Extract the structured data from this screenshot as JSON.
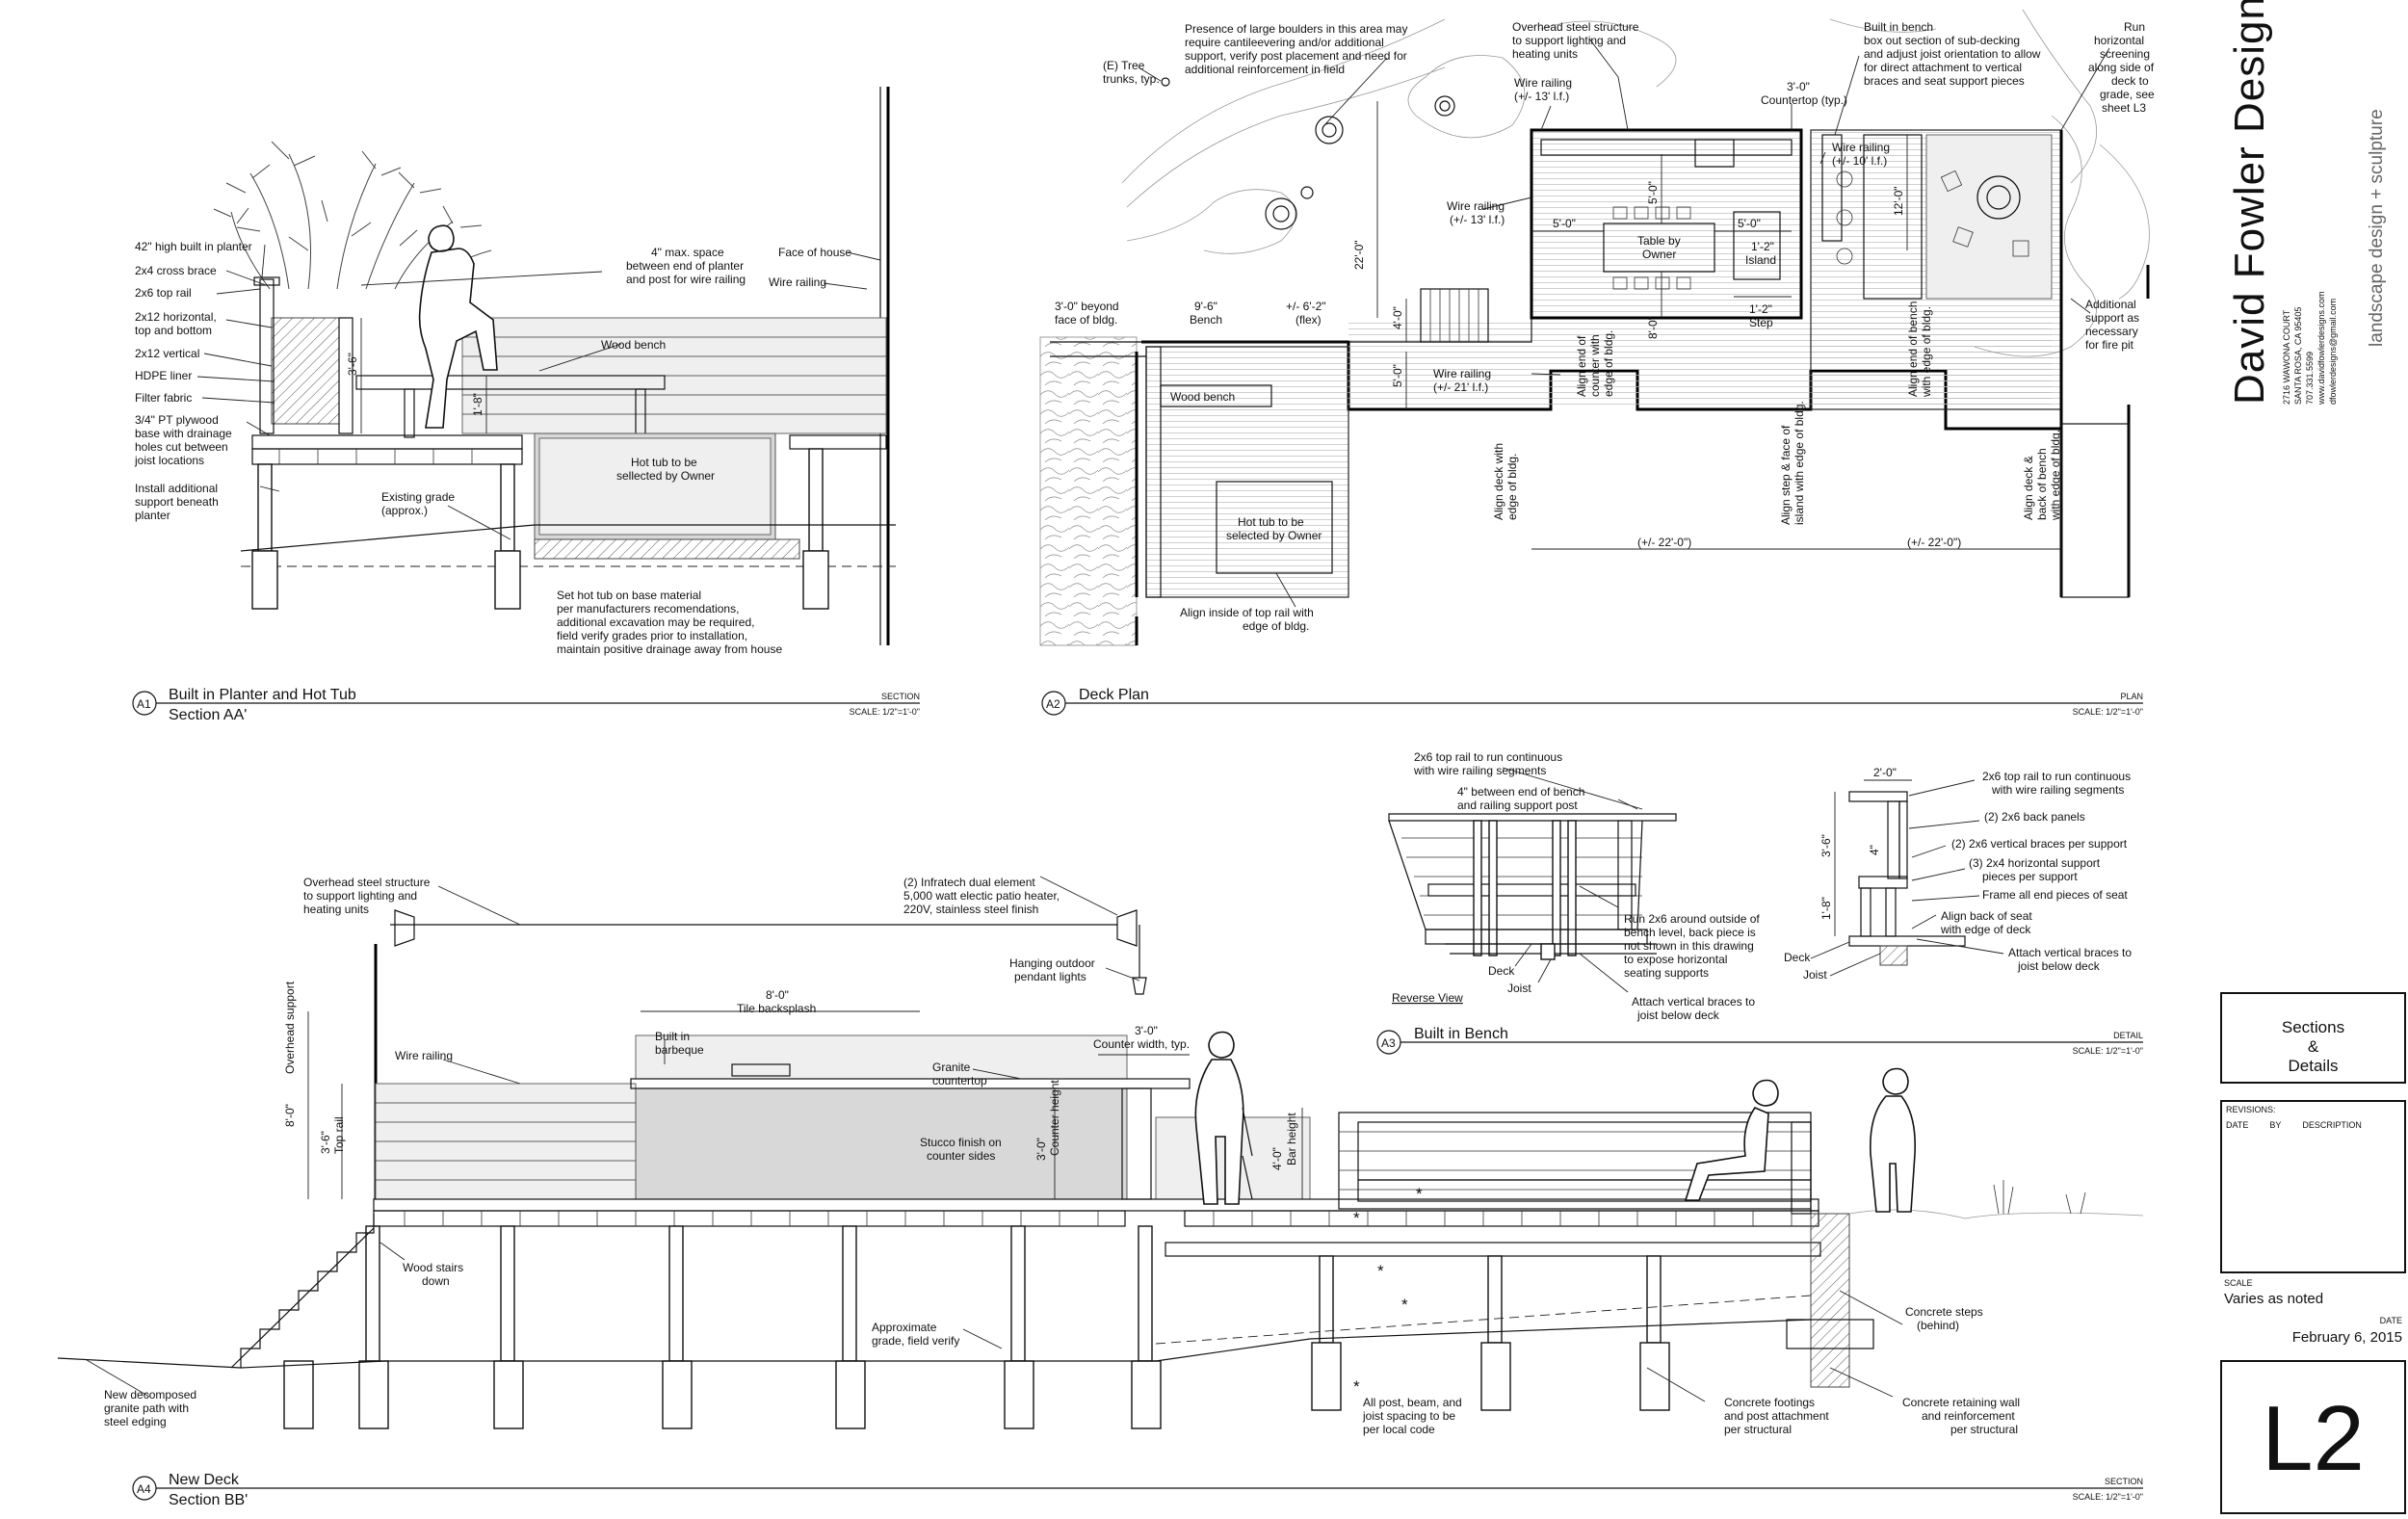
{
  "sheet": {
    "company": "David Fowler Designs",
    "tagline": "landscape design + sculpture",
    "address": [
      "2716 WAWONA COURT",
      "SANTA ROSA, CA 95405",
      "707.331.5599",
      "www.davidfowlerdesigns.com",
      "dfowlerdesigns@gmail.com"
    ],
    "sheet_title": [
      "Sections",
      "&",
      "Details"
    ],
    "revisions_label": "REVISIONS:",
    "revision_columns": [
      "DATE",
      "BY",
      "DESCRIPTION"
    ],
    "scale_label": "SCALE",
    "scale_value": "Varies as noted",
    "date_label": "DATE",
    "date_value": "February 6, 2015",
    "sheet_number": "L2"
  },
  "drawings": {
    "a1": {
      "id": "A1",
      "title": "Built in Planter and Hot Tub",
      "subtitle": "Section AA'",
      "type": "SECTION",
      "scale": "SCALE: 1/2\"=1'-0\"",
      "labels": {
        "l1": "42\" high built in planter",
        "l2": "2x4 cross brace",
        "l3": "2x6 top rail",
        "l4a": "2x12 horizontal,",
        "l4b": "top and bottom",
        "l5": "2x12 vertical",
        "l6": "HDPE liner",
        "l7": "Filter fabric",
        "l8a": "3/4\" PT plywood",
        "l8b": "base with drainage",
        "l8c": "holes cut between",
        "l8d": "joist locations",
        "l9a": "Install additional",
        "l9b": "support beneath",
        "l9c": "planter",
        "l10a": "4\" max. space",
        "l10b": "between end of planter",
        "l10c": "and post for wire railing",
        "l11": "Face of house",
        "l12": "Wire railing",
        "l13": "Wood bench",
        "l14a": "Hot tub to be",
        "l14b": "sellected by Owner",
        "l15a": "Existing grade",
        "l15b": "(approx.)",
        "l16a": "Set hot tub on base material",
        "l16b": "per manufacturers recomendations,",
        "l16c": "additional excavation may be required,",
        "l16d": "field verify grades prior to installation,",
        "l16e": "maintain positive drainage away from house",
        "d1": "3'-6\"",
        "d2": "1'-8\""
      }
    },
    "a2": {
      "id": "A2",
      "title": "Deck Plan",
      "type": "PLAN",
      "scale": "SCALE: 1/2\"=1'-0\"",
      "labels": {
        "tree_a": "(E) Tree",
        "tree_b": "trunks, typ.",
        "boulder_a": "Presence of large boulders in this area may",
        "boulder_b": "require cantileevering and/or additional",
        "boulder_c": "support, verify post placement and need for",
        "boulder_d": "additional reinforcement in field",
        "steel_a": "Overhead steel structure",
        "steel_b": "to support lighting and",
        "steel_c": "heating units",
        "rail13a": "Wire railing",
        "rail13b": "(+/- 13' l.f.)",
        "rail13c": "Wire railing",
        "rail13d": "(+/- 13' l.f.)",
        "rail10a": "Wire railing",
        "rail10b": "(+/- 10' l.f.)",
        "rail21a": "Wire railing",
        "rail21b": "(+/- 21' l.f.)",
        "bench_a": "Built in bench",
        "bench_b": "box out section of sub-decking",
        "bench_c": "and adjust joist orientation to allow",
        "bench_d": "for direct attachment to vertical",
        "bench_e": "braces and seat support pieces",
        "screen_a": "Run",
        "screen_b": "horizontal",
        "screen_c": "screening",
        "screen_d": "along side of",
        "screen_e": "deck to",
        "screen_f": "grade, see",
        "screen_g": "sheet L3",
        "counter_a": "3'-0\"",
        "counter_b": "Countertop (typ.)",
        "table_a": "Table by",
        "table_b": "Owner",
        "island_a": "1'-2\"",
        "island_b": "Island",
        "step_a": "1'-2\"",
        "step_b": "Step",
        "fire_a": "Additional",
        "fire_b": "support as",
        "fire_c": "necessary",
        "fire_d": "for fire pit",
        "beyond_a": "3'-0\" beyond",
        "beyond_b": "face of bldg.",
        "bench96a": "9'-6\"",
        "bench96b": "Bench",
        "flex_a": "+/- 6'-2\"",
        "flex_b": "(flex)",
        "wood_bench": "Wood bench",
        "hottub_a": "Hot tub to be",
        "hottub_b": "selected by Owner",
        "align_top": "Align inside of top rail with",
        "align_top2": "edge of bldg.",
        "v_align1a": "Align deck with",
        "v_align1b": "edge of bldg.",
        "v_align2a": "Align end of",
        "v_align2b": "counter with",
        "v_align2c": "edge of bldg.",
        "v_align3a": "Align step & face of",
        "v_align3b": "island with edge of bldg.",
        "v_align4a": "Align end of bench",
        "v_align4b": "with edge of bldg.",
        "v_align5a": "Align deck &",
        "v_align5b": "back of bench",
        "v_align5c": "with edge of bldg.",
        "dim22a": "(+/- 22'-0\")",
        "dim22b": "(+/- 22'-0\")",
        "dim_50a": "5'-0\"",
        "dim_50b": "5'-0\"",
        "dim_50c": "5'-0\"",
        "dim_50d": "5'-0\"",
        "dim_40": "4'-0\"",
        "dim_220": "22'-0\"",
        "dim_80": "8'-0\"",
        "dim_120": "12'-0\""
      }
    },
    "a3": {
      "id": "A3",
      "title": "Built in Bench",
      "type": "DETAIL",
      "scale": "SCALE: 1/2\"=1'-0\"",
      "labels": {
        "toprail_a": "2x6 top rail to run continuous",
        "toprail_b": "with wire railing segments",
        "gap_a": "4\" between end of bench",
        "gap_b": "and railing support post",
        "run_a": "Run 2x6 around outside of",
        "run_b": "bench level, back piece is",
        "run_c": "not shown in this drawing",
        "run_d": "to expose horizontal",
        "run_e": "seating supports",
        "attach_a": "Attach vertical braces to",
        "attach_b": "joist below deck",
        "deck": "Deck",
        "joist": "Joist",
        "reverse": "Reverse View",
        "r_toprail_a": "2x6 top rail to run continuous",
        "r_toprail_b": "with wire railing segments",
        "r_back": "(2) 2x6 back panels",
        "r_vert": "(2) 2x6 vertical braces per support",
        "r_horiz_a": "(3) 2x4 horizontal support",
        "r_horiz_b": "pieces per support",
        "r_frame": "Frame all end pieces of seat",
        "r_align_a": "Align back of seat",
        "r_align_b": "with edge of deck",
        "r_attach_a": "Attach vertical braces to",
        "r_attach_b": "joist below deck",
        "r_deck": "Deck",
        "r_joist": "Joist",
        "d_20": "2'-0\"",
        "d_4": "4\"",
        "d_36": "3'-6\"",
        "d_18": "1'-8\""
      }
    },
    "a4": {
      "id": "A4",
      "title": "New Deck",
      "subtitle": "Section BB'",
      "type": "SECTION",
      "scale": "SCALE: 1/2\"=1'-0\"",
      "labels": {
        "steel_a": "Overhead steel structure",
        "steel_b": "to support lighting and",
        "steel_c": "heating units",
        "heater_a": "(2) Infratech dual element",
        "heater_b": "5,000 watt electic patio heater,",
        "heater_c": "220V, stainless steel finish",
        "pendant_a": "Hanging outdoor",
        "pendant_b": "pendant lights",
        "backsplash_a": "8'-0\"",
        "backsplash_b": "Tile backsplash",
        "bbq_a": "Built in",
        "bbq_b": "barbeque",
        "granite_a": "Granite",
        "granite_b": "countertop",
        "cw_a": "3'-0\"",
        "cw_b": "Counter width, typ.",
        "wire": "Wire railing",
        "stucco_a": "Stucco finish on",
        "stucco_b": "counter sides",
        "overhead_a": "8'-0\"",
        "overhead_b": "Overhead support",
        "toprail_a": "3'-6\"",
        "toprail_b": "Top rail",
        "ch_a": "3'-0\"",
        "ch_b": "Counter height",
        "bh_a": "4'-0\"",
        "bh_b": "Bar height",
        "stairs_a": "Wood stairs",
        "stairs_b": "down",
        "path_a": "New decomposed",
        "path_b": "granite path with",
        "path_c": "steel edging",
        "grade_a": "Approximate",
        "grade_b": "grade, field verify",
        "spacing_a": "All post, beam, and",
        "spacing_b": "joist spacing to be",
        "spacing_c": "per local code",
        "footing_a": "Concrete footings",
        "footing_b": "and post attachment",
        "footing_c": "per structural",
        "steps_a": "Concrete steps",
        "steps_b": "(behind)",
        "wall_a": "Concrete retaining wall",
        "wall_b": "and reinforcement",
        "wall_c": "per structural"
      }
    }
  }
}
